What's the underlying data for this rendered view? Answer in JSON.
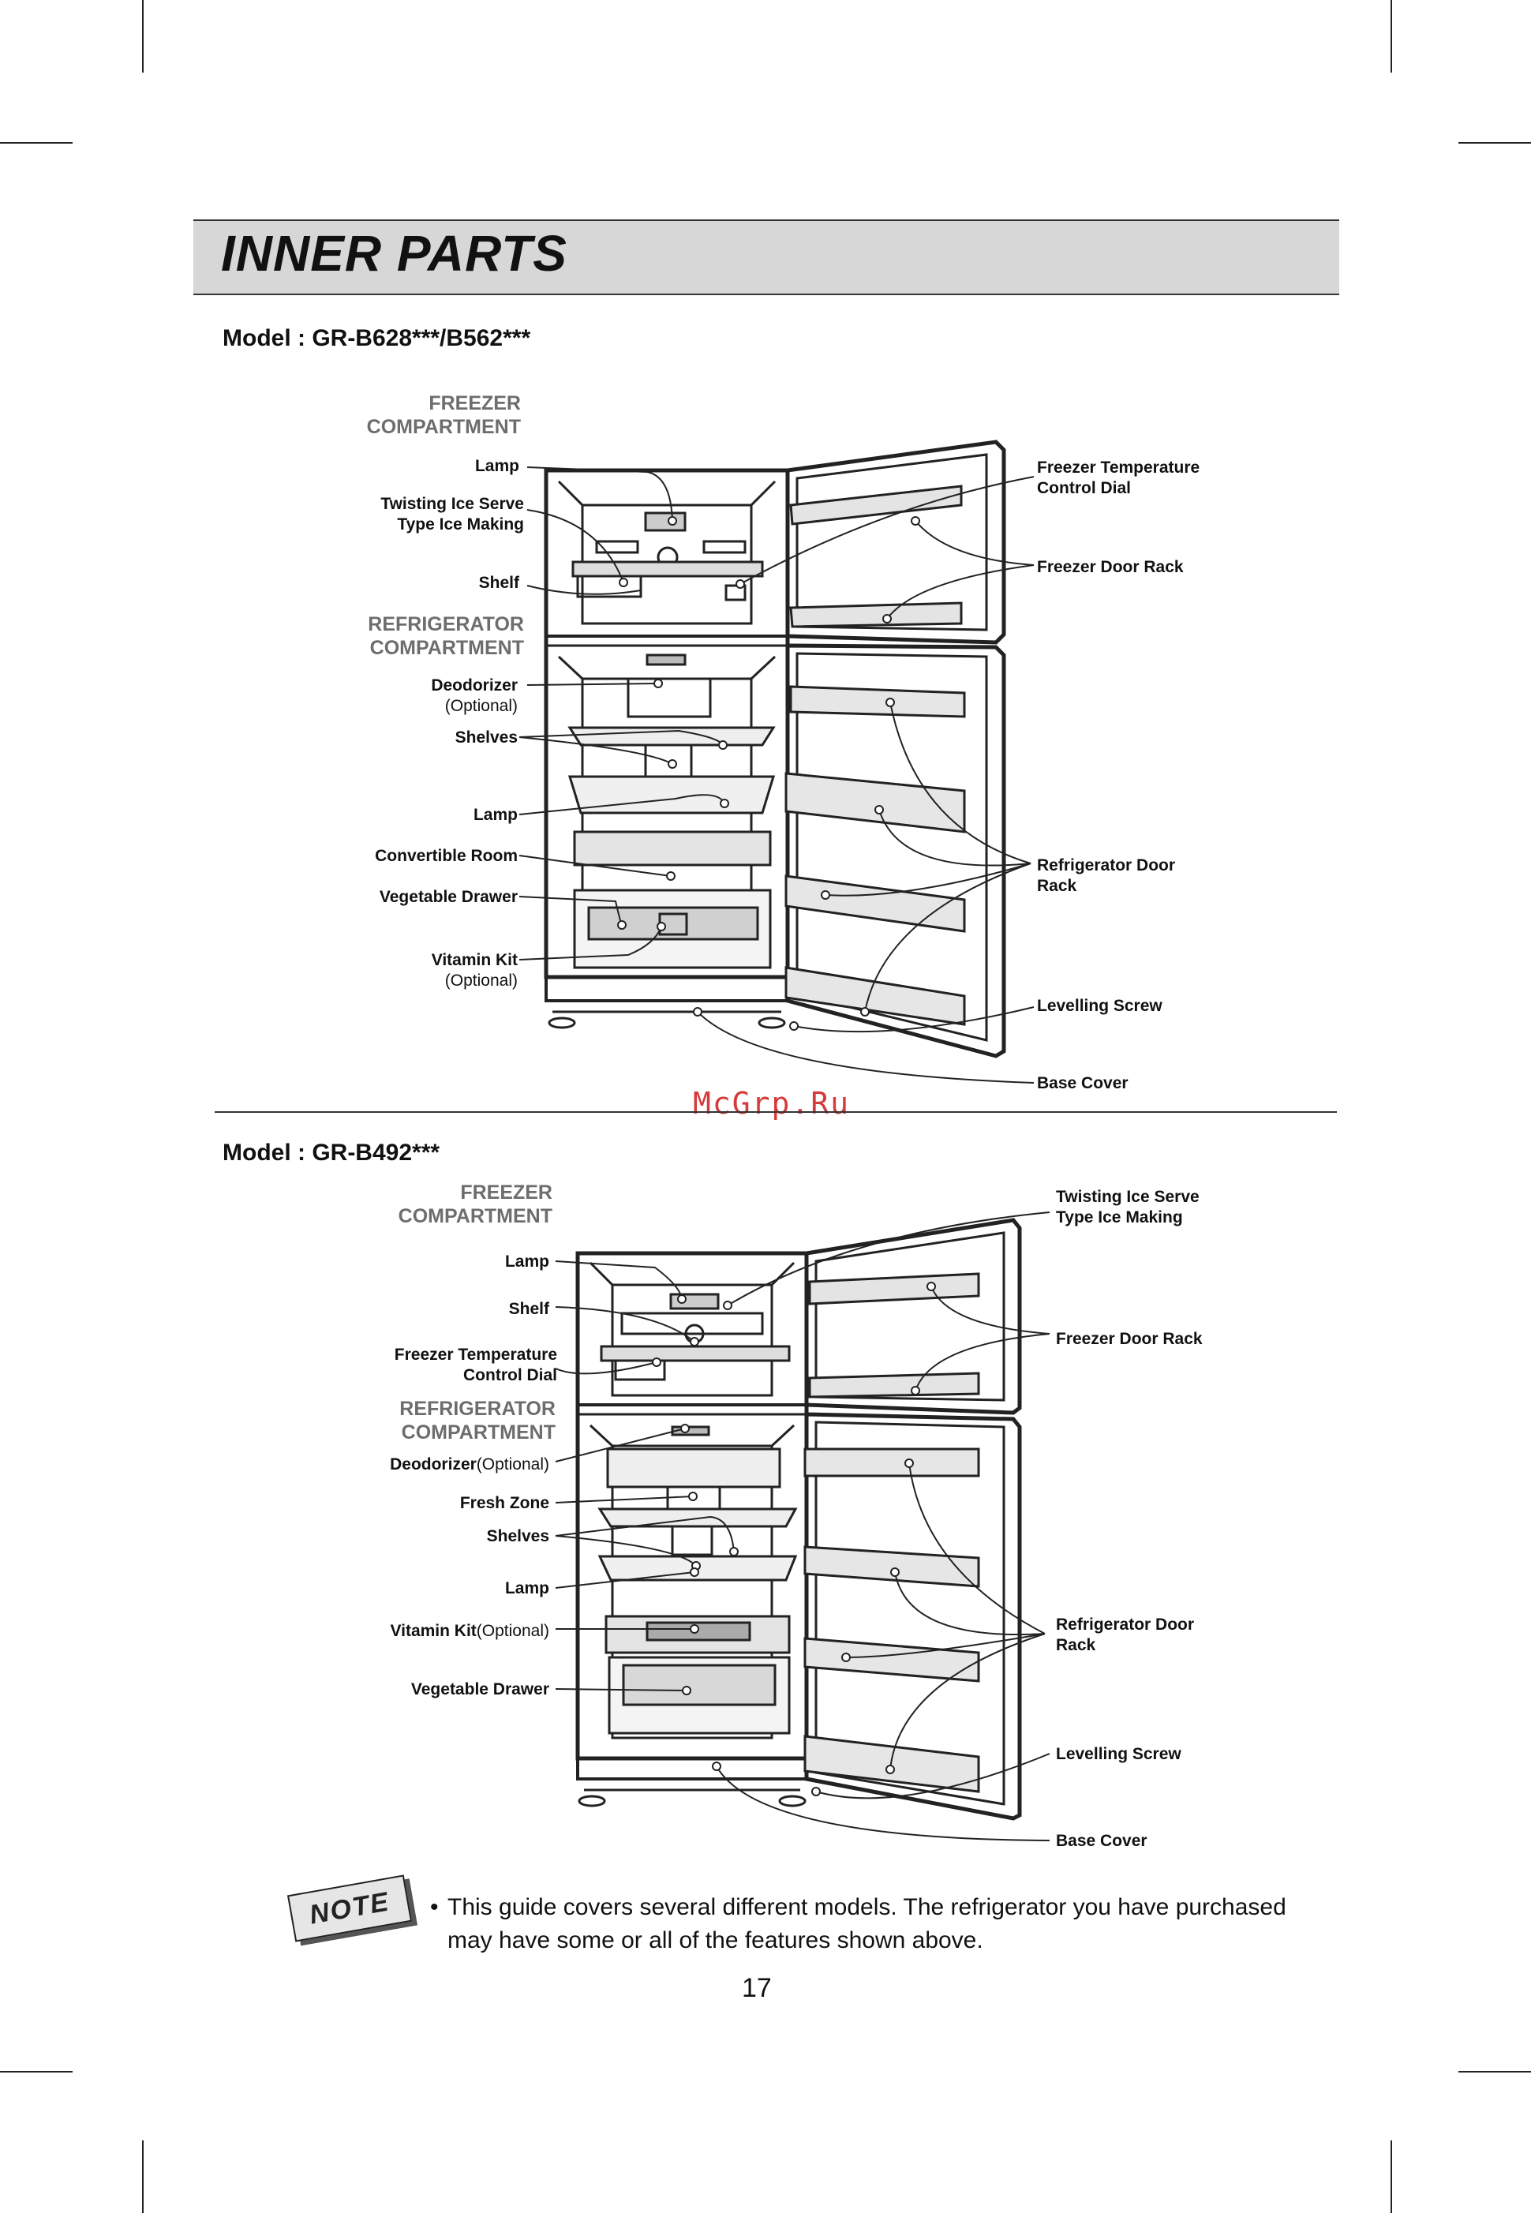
{
  "header": {
    "title": "INNER PARTS"
  },
  "model1": {
    "title": "Model : GR-B628***/B562***",
    "freezer_compartment": [
      "FREEZER",
      "COMPARTMENT"
    ],
    "refrigerator_compartment": [
      "REFRIGERATOR",
      "COMPARTMENT"
    ],
    "left_labels": {
      "lamp_top": "Lamp",
      "ice_making": [
        "Twisting Ice Serve",
        "Type Ice Making"
      ],
      "shelf": "Shelf",
      "deodorizer": "Deodorizer",
      "deodorizer_opt": "(Optional)",
      "shelves": "Shelves",
      "lamp_bottom": "Lamp",
      "convertible_room": "Convertible Room",
      "vegetable_drawer": "Vegetable Drawer",
      "vitamin_kit": "Vitamin Kit",
      "vitamin_kit_opt": "(Optional)"
    },
    "right_labels": {
      "freezer_temp_dial": [
        "Freezer Temperature",
        "Control Dial"
      ],
      "freezer_door_rack": "Freezer Door Rack",
      "refrigerator_door_rack": [
        "Refrigerator Door",
        "Rack"
      ],
      "levelling_screw": "Levelling Screw",
      "base_cover": "Base Cover"
    }
  },
  "model2": {
    "title": "Model : GR-B492***",
    "freezer_compartment": [
      "FREEZER",
      "COMPARTMENT"
    ],
    "refrigerator_compartment": [
      "REFRIGERATOR",
      "COMPARTMENT"
    ],
    "left_labels": {
      "lamp_top": "Lamp",
      "shelf": "Shelf",
      "freezer_temp_dial": [
        "Freezer Temperature",
        "Control Dial"
      ],
      "deodorizer": "Deodorizer",
      "deodorizer_opt": "(Optional)",
      "fresh_zone": "Fresh Zone",
      "shelves": "Shelves",
      "lamp_bottom": "Lamp",
      "vitamin_kit": "Vitamin Kit",
      "vitamin_kit_opt": "(Optional)",
      "vegetable_drawer": "Vegetable Drawer"
    },
    "right_labels": {
      "ice_making": [
        "Twisting Ice Serve",
        "Type Ice Making"
      ],
      "freezer_door_rack": "Freezer Door Rack",
      "refrigerator_door_rack": [
        "Refrigerator Door",
        "Rack"
      ],
      "levelling_screw": "Levelling Screw",
      "base_cover": "Base Cover"
    }
  },
  "watermark": "McGrp.Ru",
  "note": {
    "badge": "NOTE",
    "bullet": "•",
    "text": "This guide covers several different models. The refrigerator you have purchased may have some or all of the features shown above."
  },
  "page_number": "17"
}
